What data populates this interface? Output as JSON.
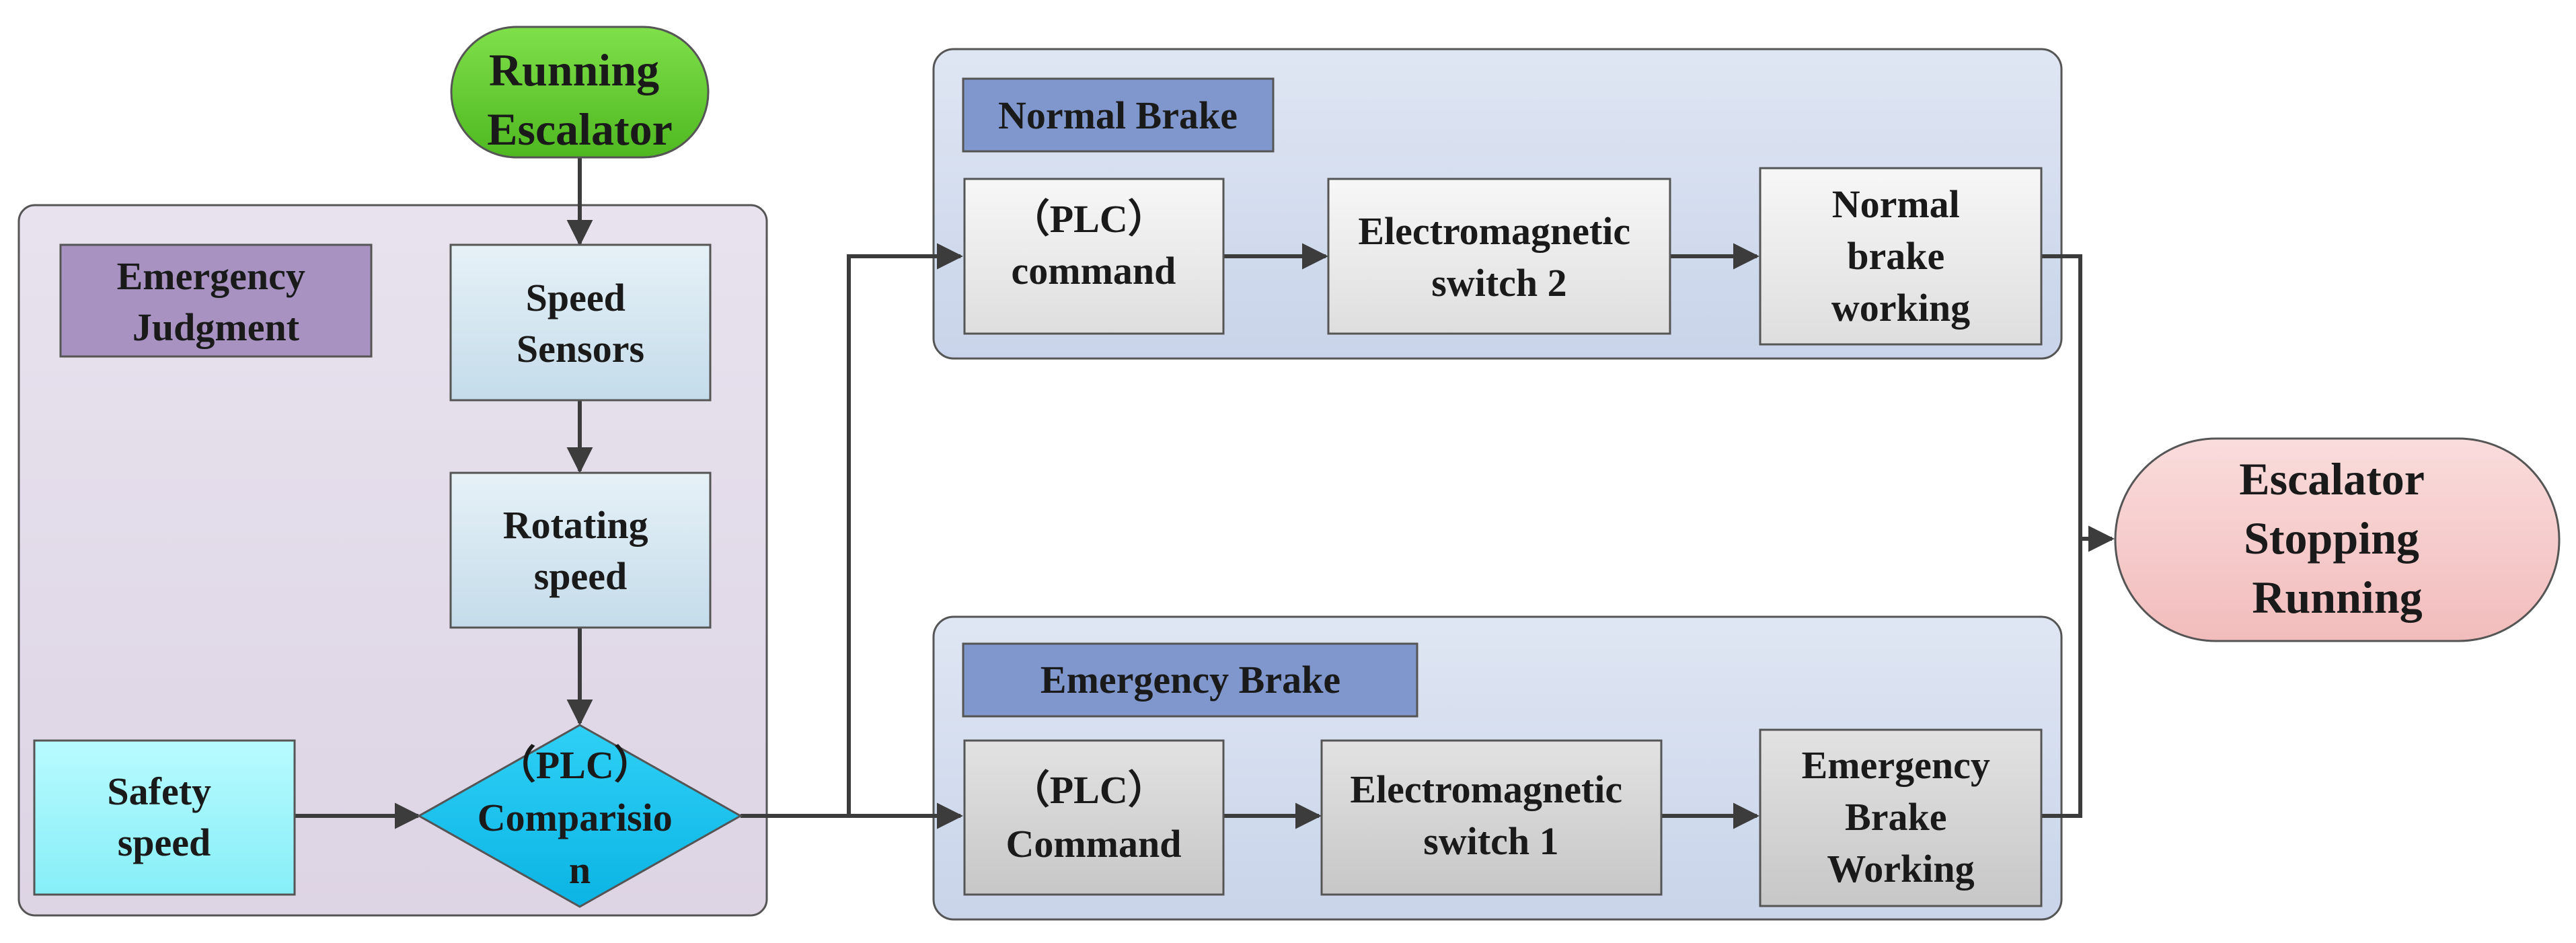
{
  "diagram": {
    "nodes": {
      "running_escalator": [
        "Running",
        "Escalator"
      ],
      "speed_sensors": [
        "Speed",
        "Sensors"
      ],
      "rotating_speed": [
        "Rotating",
        "speed"
      ],
      "safety_speed": [
        "Safety",
        "speed"
      ],
      "plc_comparison": [
        "（PLC）",
        "Comparisio",
        "n"
      ],
      "normal_plc_command": [
        "（PLC）",
        "command"
      ],
      "em_switch_2": [
        "Electromagnetic",
        "switch 2"
      ],
      "normal_brake_working": [
        "Normal",
        "brake",
        "working"
      ],
      "emergency_plc_command": [
        "（PLC）",
        "Command"
      ],
      "em_switch_1": [
        "Electromagnetic",
        "switch 1"
      ],
      "emergency_brake_working": [
        "Emergency",
        "Brake",
        "Working"
      ],
      "escalator_stopping": [
        "Escalator",
        "Stopping",
        "Running"
      ]
    },
    "group_labels": {
      "emergency_judgment": [
        "Emergency",
        "Judgment"
      ],
      "normal_brake": [
        "Normal Brake"
      ],
      "emergency_brake": [
        "Emergency Brake"
      ]
    },
    "colors": {
      "start_node": "#5ecb2c",
      "judgment_panel": "#e2dbe8",
      "judgment_label": "#a892c2",
      "brake_panel": "#d3dcee",
      "brake_label": "#7f97cc",
      "sensor_box": "#d2e6f1",
      "safety_box": "#99f5fb",
      "decision": "#12c1ee",
      "normal_box": "#ececec",
      "emergency_box": "#d3d3d3",
      "end_node": "#f6cdcd",
      "arrow": "#3c3c3c"
    }
  }
}
